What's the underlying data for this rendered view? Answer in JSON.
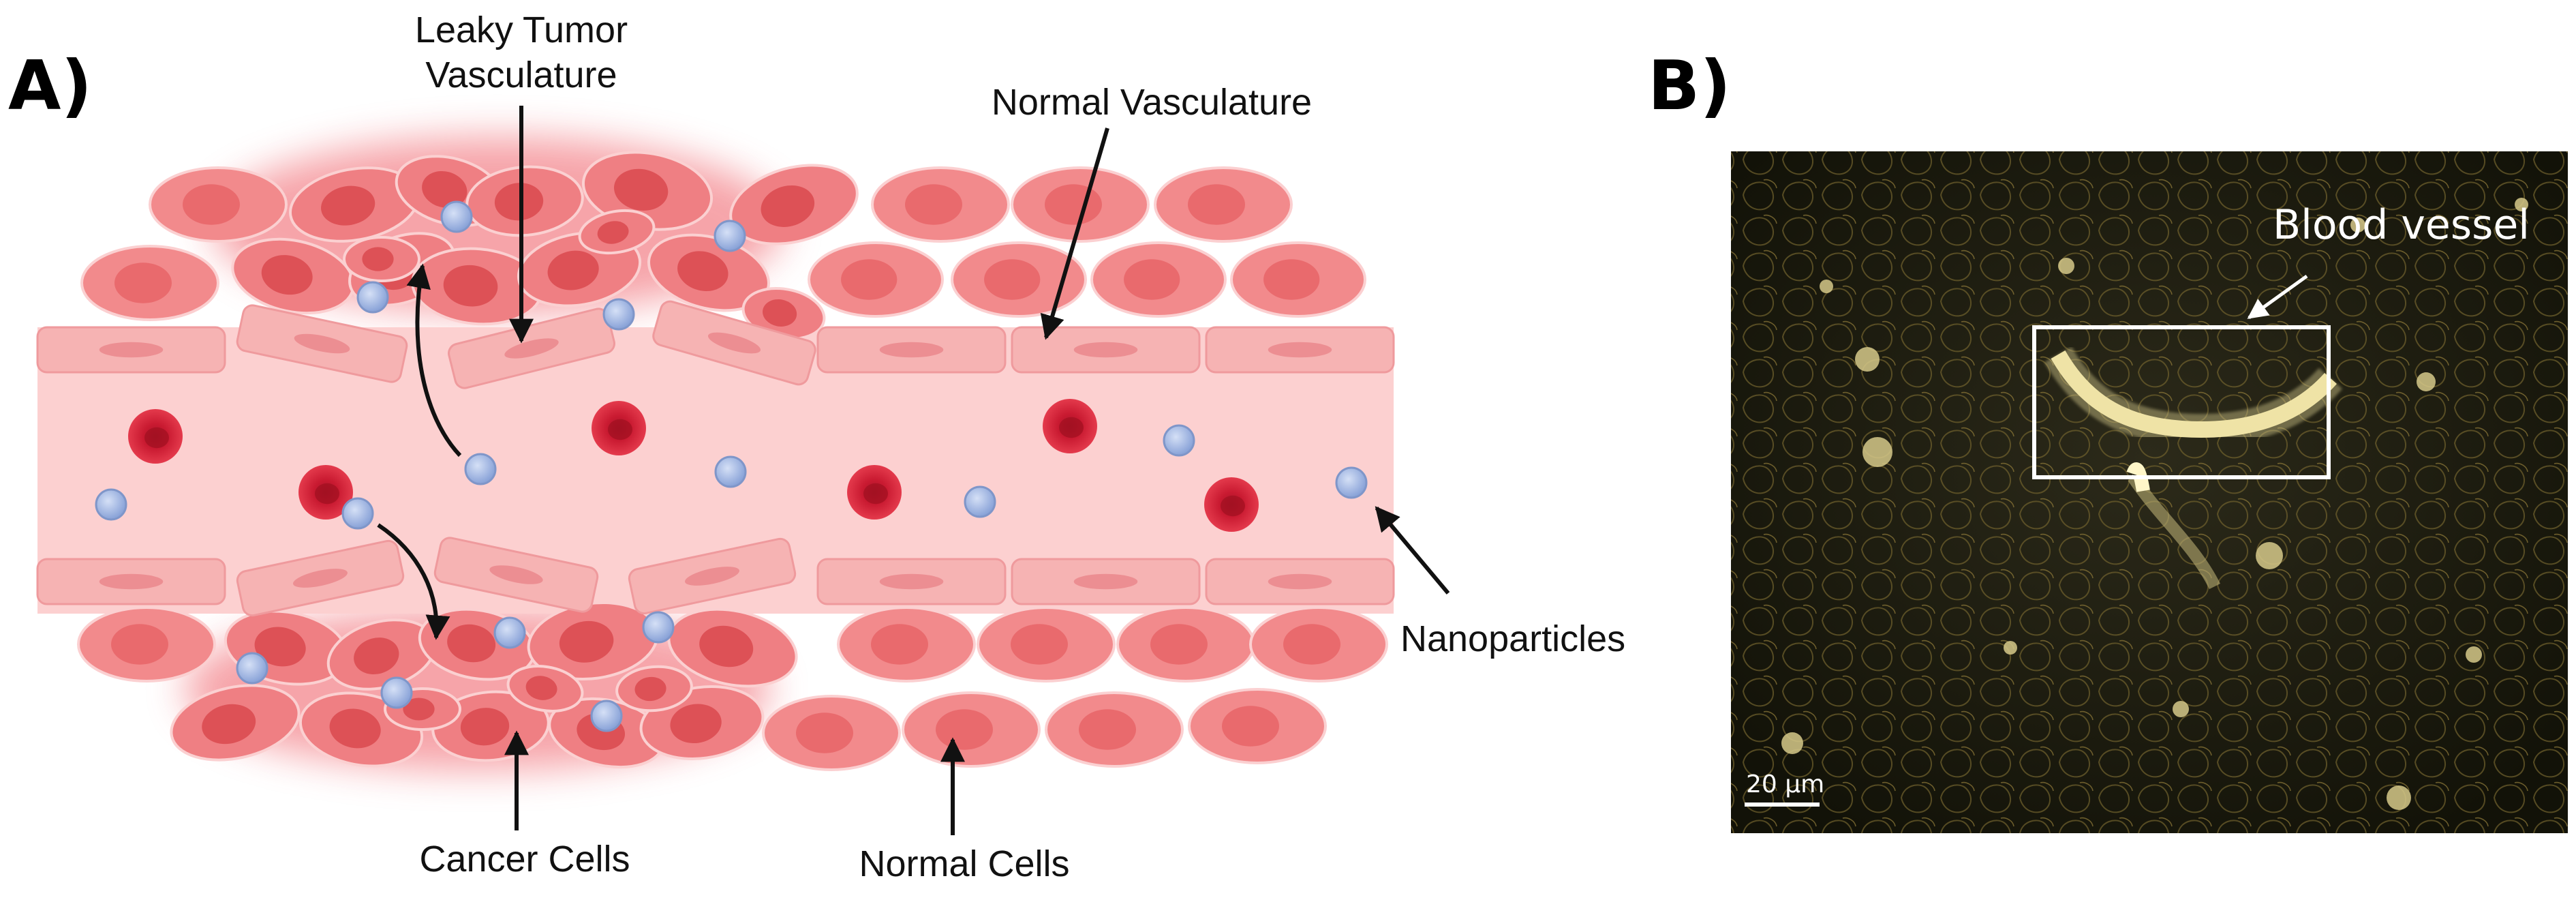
{
  "panel_a": {
    "letter": "A)",
    "labels": {
      "leaky_line1": "Leaky Tumor",
      "leaky_line2": "Vasculature",
      "normal_vasculature": "Normal Vasculature",
      "nanoparticles": "Nanoparticles",
      "cancer_cells": "Cancer Cells",
      "normal_cells": "Normal Cells"
    }
  },
  "panel_b": {
    "letter": "B)",
    "blood_vessel_label": "Blood vessel",
    "scale_bar_label": "20 µm"
  },
  "colors": {
    "vessel_lumen": "#fcd0d0",
    "endothelial": "#f6b3b3",
    "cell_body": "#f28a8c",
    "cell_nucleus": "#e96a6d",
    "rbc": "#d81f36",
    "nanoparticle": "#9fb5e3",
    "micrograph_bg": "#1d1c12",
    "vessel_glow": "#efe3a6"
  }
}
